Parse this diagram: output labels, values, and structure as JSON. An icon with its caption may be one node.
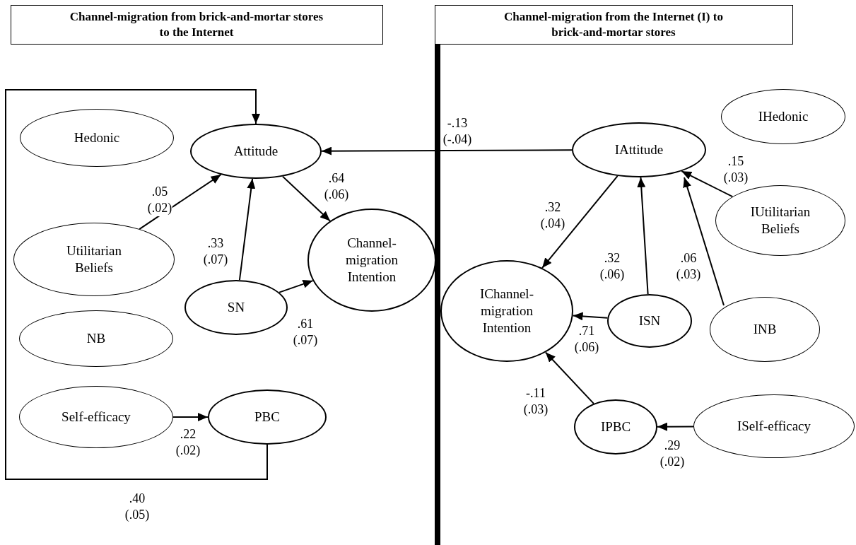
{
  "diagram": {
    "nodes": [
      {
        "text": [
          "Channel-migration from brick-and-mortar stores to the Internet"
        ]
      },
      {
        "text": [
          "Channel-migration from the Internet (I) to brick-and-mortar stores"
        ]
      },
      {
        "text": [
          "Hedonic"
        ]
      },
      {
        "text": [
          "Attitude"
        ]
      },
      {
        "text": [
          "Utilitarian Beliefs"
        ]
      },
      {
        "text": [
          "Channel-migration Intention"
        ]
      },
      {
        "text": [
          "SN"
        ]
      },
      {
        "text": [
          "NB"
        ]
      },
      {
        "text": [
          "Self-efficacy"
        ]
      },
      {
        "text": [
          "PBC"
        ]
      },
      {
        "text": [
          "IHedonic"
        ]
      },
      {
        "text": [
          "IAttitude"
        ]
      },
      {
        "text": [
          "IUtilitarian Beliefs"
        ]
      },
      {
        "text": [
          "IChannel-migration Intention"
        ]
      },
      {
        "text": [
          "ISN"
        ]
      },
      {
        "text": [
          "INB"
        ]
      },
      {
        "text": [
          "IPBC"
        ]
      },
      {
        "text": [
          "ISelf-efficacy"
        ]
      }
    ],
    "edges": [
      {
        "from": 9,
        "to": 3,
        "arrow": "to",
        "label": ".40 (.05)"
      },
      {
        "from": 4,
        "to": 3,
        "arrow": "to",
        "label": ".05 (.02)"
      },
      {
        "from": 6,
        "to": 3,
        "arrow": "to",
        "label": ".33 (.07)"
      },
      {
        "from": 3,
        "to": 5,
        "arrow": "to",
        "label": ".64 (.06)"
      },
      {
        "from": 6,
        "to": 5,
        "arrow": "to",
        "label": ".61 (.07)"
      },
      {
        "from": 8,
        "to": 9,
        "arrow": "to",
        "label": ".22 (.02)"
      },
      {
        "from": 11,
        "to": 3,
        "arrow": "to",
        "label": "-.13 (-.04)"
      },
      {
        "from": 11,
        "to": 13,
        "arrow": "to",
        "label": ".32 (.04)"
      },
      {
        "from": 14,
        "to": 11,
        "arrow": "to",
        "label": ".32 (.06)"
      },
      {
        "from": 15,
        "to": 11,
        "arrow": "to",
        "label": ".06 (.03)"
      },
      {
        "from": 12,
        "to": 11,
        "arrow": "to",
        "label": ".15 (.03)"
      },
      {
        "from": 14,
        "to": 13,
        "arrow": "to",
        "label": ".71 (.06)"
      },
      {
        "from": 16,
        "to": 13,
        "arrow": "to",
        "label": "-.11 (.03)"
      },
      {
        "from": 17,
        "to": 16,
        "arrow": "to",
        "label": ".29 (.02)"
      }
    ]
  }
}
